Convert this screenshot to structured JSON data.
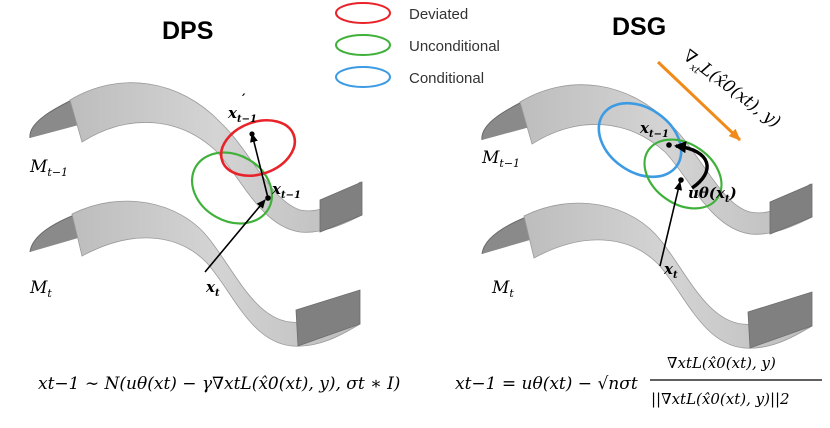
{
  "titles": {
    "left": "DPS",
    "right": "DSG"
  },
  "legend": [
    {
      "label": "Deviated",
      "color": "#e8242a"
    },
    {
      "label": "Unconditional",
      "color": "#3fb13a"
    },
    {
      "label": "Conditional",
      "color": "#3d9be3"
    }
  ],
  "colors": {
    "surface": "#cccccc",
    "surface_dark": "#7a7a7a",
    "gradient_arrow": "#f08a18"
  },
  "left_panel": {
    "manifold_upper": "M",
    "manifold_upper_sub": "t−1",
    "manifold_lower": "M",
    "manifold_lower_sub": "t",
    "point_deviated": "x",
    "point_deviated_sub": "t−1",
    "point_deviated_prime": "′",
    "point_next": "x",
    "point_next_sub": "t−1",
    "point_current": "x",
    "point_current_sub": "t"
  },
  "right_panel": {
    "manifold_upper": "M",
    "manifold_upper_sub": "t−1",
    "manifold_lower": "M",
    "manifold_lower_sub": "t",
    "point_next": "x",
    "point_next_sub": "t−1",
    "point_mean": "uθ(x",
    "point_mean_sub": "t",
    "point_mean_close": ")",
    "point_current": "x",
    "point_current_sub": "t",
    "gradient_label": "∇",
    "gradient_label_sub": "xt",
    "gradient_label_rest": "L(x̂0(xt), y)"
  },
  "equations": {
    "left": "xt−1 ∼ N(uθ(xt) − γ∇xtL(x̂0(xt), y), σt ∗ I)",
    "right_lhs": "xt−1 = uθ(xt) − √nσt",
    "right_num": "∇xtL(x̂0(xt), y)",
    "right_den": "||∇xtL(x̂0(xt), y)||2"
  }
}
